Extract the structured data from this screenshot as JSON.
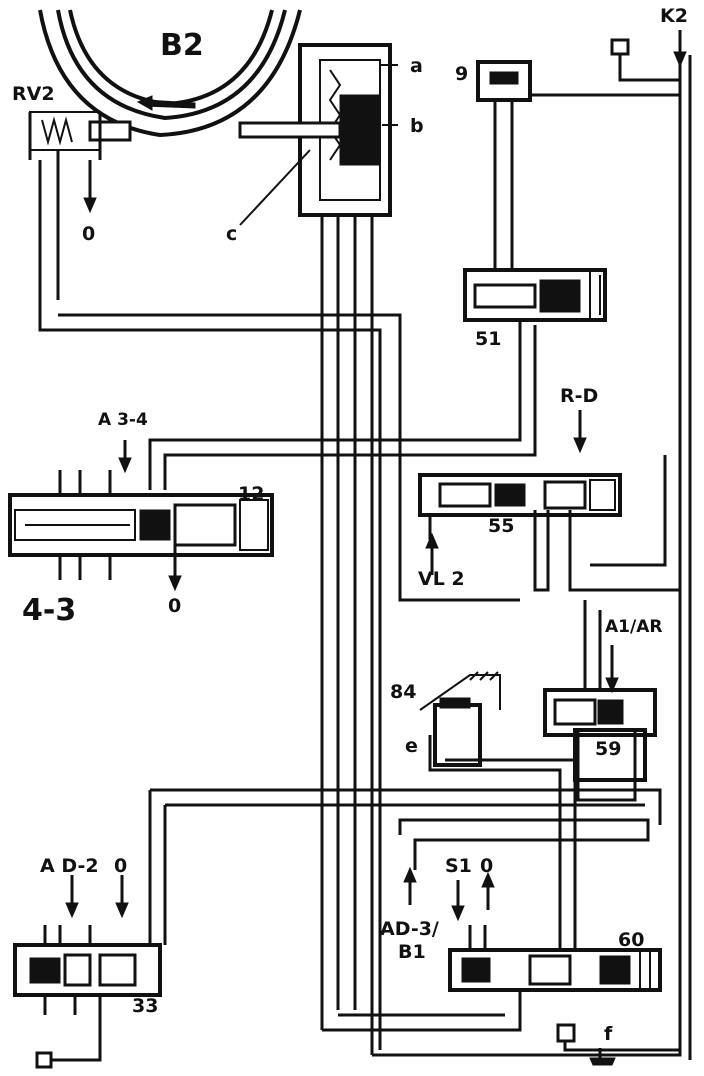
{
  "labels": {
    "band": "B2",
    "rv2": "RV2",
    "a": "a",
    "b": "b",
    "c": "c",
    "exhaust_o": "0",
    "k2": "K2",
    "n9": "9",
    "n51": "51",
    "a34": "A 3-4",
    "n12": "12",
    "n43": "4-3",
    "rd": "R-D",
    "n55": "55",
    "vl2": "VL 2",
    "a1ar": "A1/AR",
    "n84": "84",
    "e": "e",
    "n59": "59",
    "ad2": "A D-2",
    "ad3": "AD-3/",
    "b1": "B1",
    "s1": "S1",
    "n60": "60",
    "n33": "33",
    "f": "f"
  },
  "colors": {
    "ink": "#111111",
    "paper": "#ffffff"
  }
}
